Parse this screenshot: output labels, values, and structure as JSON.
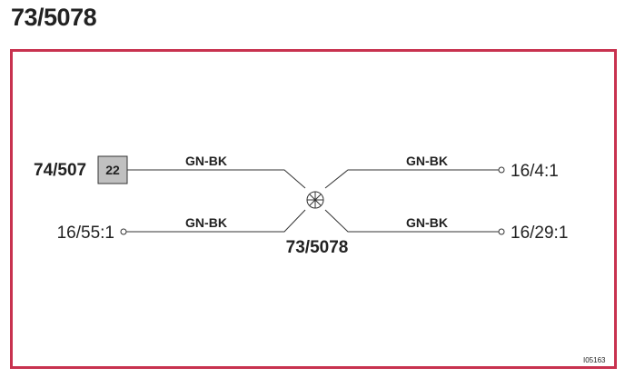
{
  "title": "73/5078",
  "connector": {
    "label": "74/507",
    "pin": "22"
  },
  "splice": {
    "label": "73/5078"
  },
  "wires": [
    {
      "color": "GN-BK"
    },
    {
      "color": "GN-BK"
    },
    {
      "color": "GN-BK"
    },
    {
      "color": "GN-BK"
    }
  ],
  "terminals": {
    "left_bottom": "16/55:1",
    "right_top": "16/4:1",
    "right_bottom": "16/29:1"
  },
  "reference": "I05163",
  "colors": {
    "frame": "#c8324f",
    "connector_fill": "#c0c0c0",
    "line": "#222222"
  }
}
